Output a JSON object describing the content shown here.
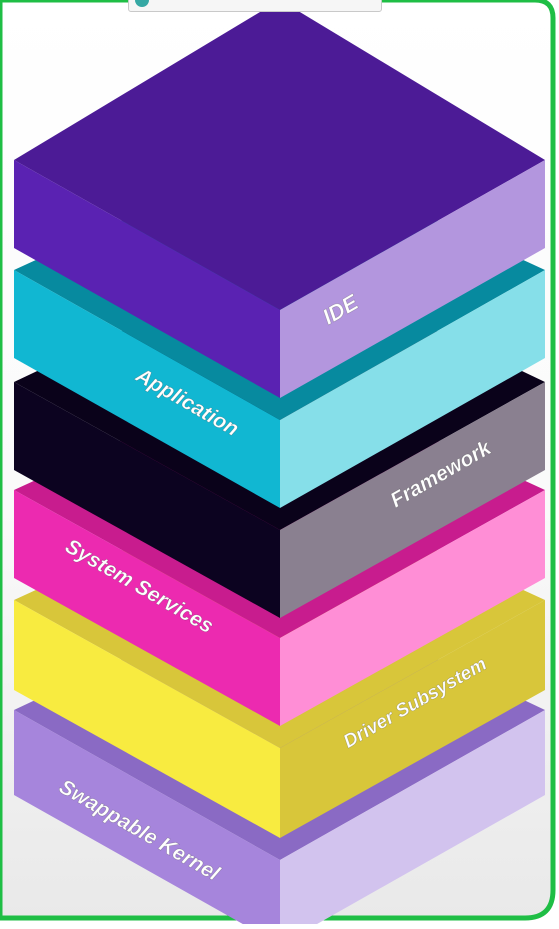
{
  "layers": [
    {
      "id": "swappable-kernel",
      "label": "Swappable Kernel",
      "left_color": "#a685dc",
      "right_color": "#d2c3ee",
      "top_color": "#8a6ac4"
    },
    {
      "id": "driver-subsystem",
      "label": "Driver Subsystem",
      "left_color": "#f8eb40",
      "right_color": "#d8c63a",
      "top_color": "#d8c63a"
    },
    {
      "id": "system-services",
      "label": "System Services",
      "left_color": "#ec2ab0",
      "right_color": "#ff8ed6",
      "top_color": "#c81c8e"
    },
    {
      "id": "framework",
      "label": "Framework",
      "left_color": "#0c0320",
      "right_color": "#8a8090",
      "top_color": "#0a021a"
    },
    {
      "id": "application",
      "label": "Application",
      "left_color": "#11b7d2",
      "right_color": "#86dfe9",
      "top_color": "#078a9f"
    },
    {
      "id": "ide",
      "label": "IDE",
      "left_color": "#5a22b2",
      "right_color": "#b396de",
      "top_color": "#4c1b96"
    }
  ],
  "colors": {
    "frame_border": "#1fbe45",
    "background": "#ffffff"
  }
}
